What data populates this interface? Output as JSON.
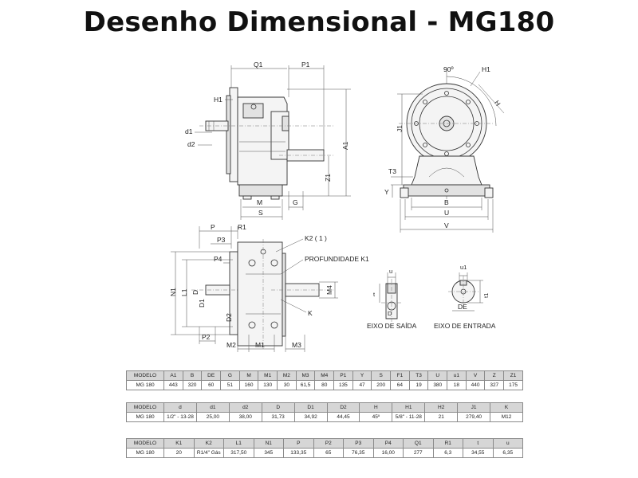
{
  "title": "Desenho Dimensional - MG180",
  "labels": {
    "q1": "Q1",
    "p1": "P1",
    "h1_left": "H1",
    "d1_left": "d1",
    "d2_left": "d2",
    "a1": "A1",
    "z1": "Z1",
    "m": "M",
    "g": "G",
    "s": "S",
    "deg90": "90º",
    "h1_right": "H1",
    "h_right": "H",
    "j1": "J1",
    "t3": "T3",
    "y": "Y",
    "b": "B",
    "u": "U",
    "v": "V",
    "p": "P",
    "r1": "R1",
    "p3": "P3",
    "p4": "P4",
    "k2": "K2 ( 1 )",
    "prof": "PROFUNDIDADE K1",
    "n1": "N1",
    "l1": "L1",
    "d_small": "D",
    "d1_front": "D1",
    "d2_front": "D2",
    "m4": "M4",
    "k": "K",
    "p2": "P2",
    "m2": "M2",
    "m1": "M1",
    "m3": "M3",
    "u_out": "u",
    "t_out": "t",
    "d_out": "D",
    "eixo_saida": "EIXO DE SAÍDA",
    "u1": "u1",
    "t1": "t1",
    "de": "DE",
    "eixo_entrada": "EIXO DE ENTRADA"
  },
  "tables": [
    {
      "head": [
        "MODELO",
        "A1",
        "B",
        "DE",
        "G",
        "M",
        "M1",
        "M2",
        "M3",
        "M4",
        "P1",
        "Y",
        "S",
        "F1",
        "T3",
        "U",
        "u1",
        "V",
        "Z",
        "Z1"
      ],
      "row": [
        "MG 180",
        "443",
        "320",
        "60",
        "51",
        "160",
        "130",
        "30",
        "61,5",
        "80",
        "135",
        "47",
        "200",
        "64",
        "19",
        "380",
        "18",
        "440",
        "327",
        "175"
      ]
    },
    {
      "head": [
        "MODELO",
        "d",
        "d1",
        "d2",
        "D",
        "D1",
        "D2",
        "H",
        "H1",
        "H2",
        "J1",
        "K"
      ],
      "row": [
        "MG 180",
        "1/2\" - 13-28",
        "25,00",
        "38,00",
        "31,73",
        "34,92",
        "44,45",
        "45º",
        "5/8\" - 11-28",
        "21",
        "279,40",
        "M12"
      ]
    },
    {
      "head": [
        "MODELO",
        "K1",
        "K2",
        "L1",
        "N1",
        "P",
        "P2",
        "P3",
        "P4",
        "Q1",
        "R1",
        "t",
        "u"
      ],
      "row": [
        "MG 180",
        "20",
        "R1/4\" Gás",
        "317,50",
        "345",
        "133,35",
        "65",
        "76,35",
        "16,00",
        "277",
        "6,3",
        "34,55",
        "6,35"
      ]
    }
  ]
}
